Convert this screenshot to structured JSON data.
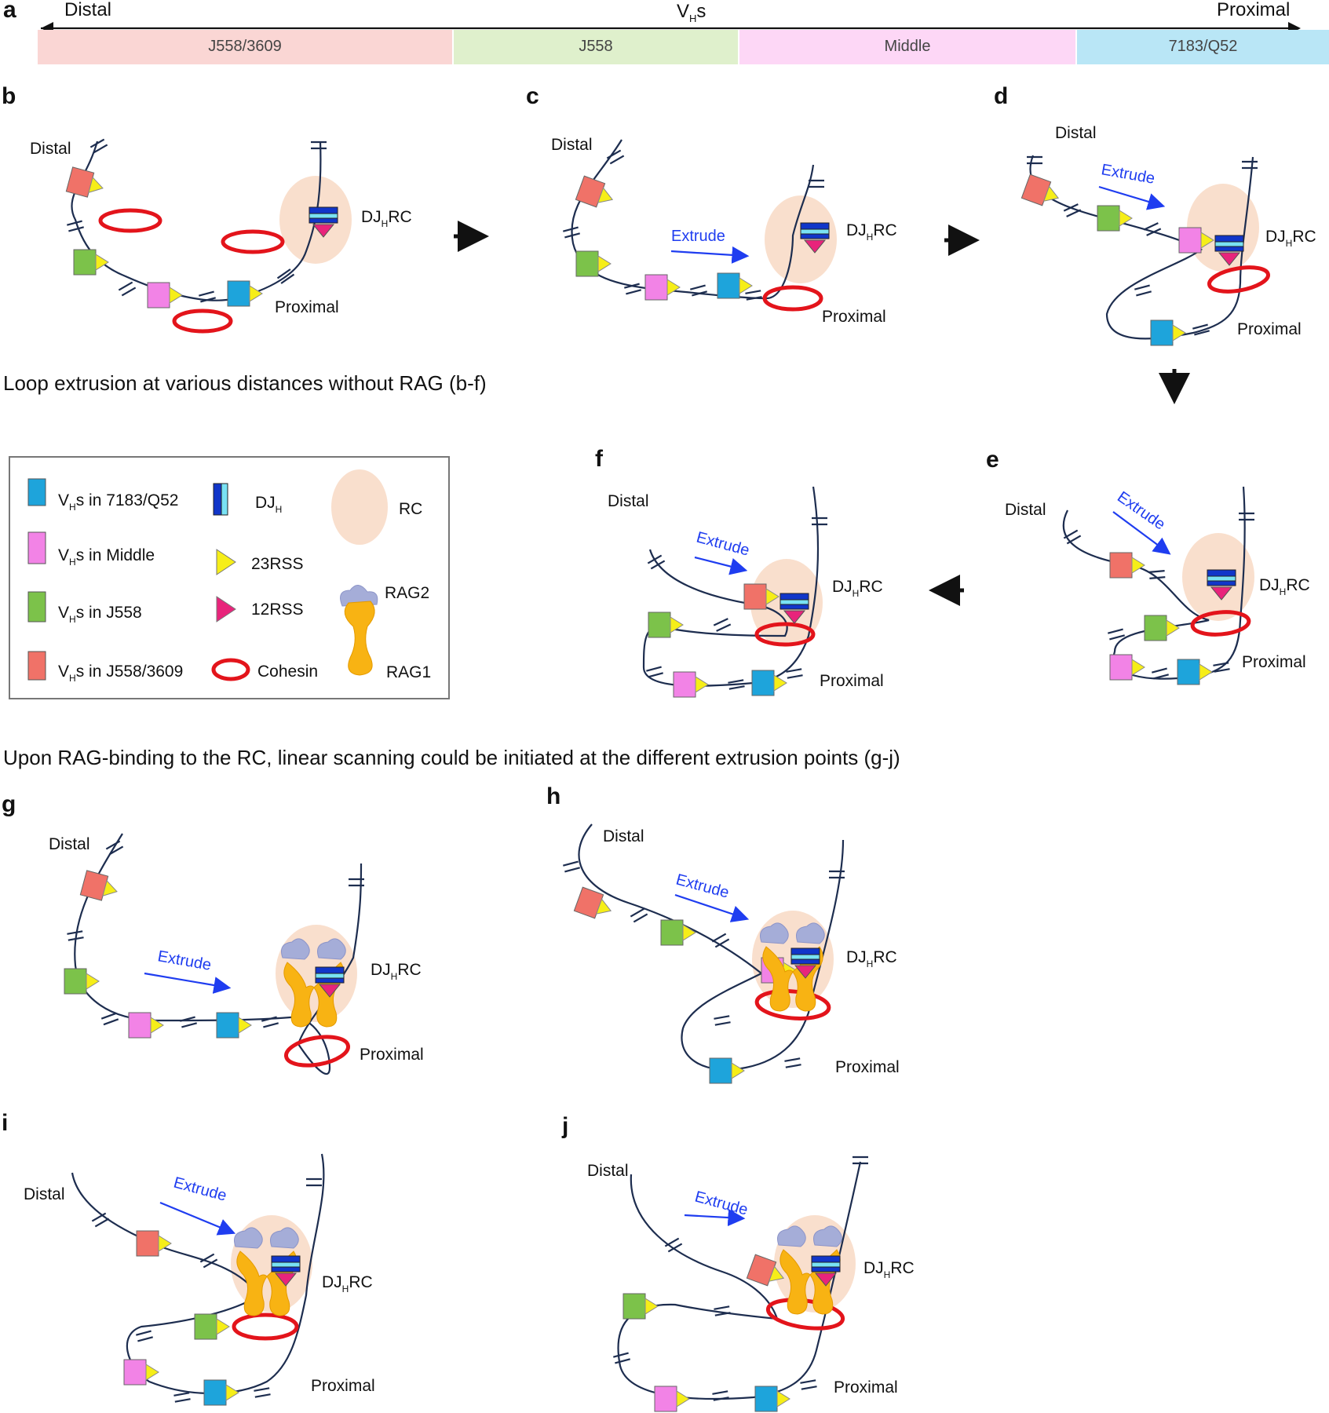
{
  "top_bar": {
    "letter": "a",
    "distal": "Distal",
    "proximal": "Proximal",
    "title_main": "V",
    "title_sub": "H",
    "title_tail": "s",
    "segments": [
      {
        "label": "J558/3609",
        "color": "#fad6d4"
      },
      {
        "label": "J558",
        "color": "#dff0cc"
      },
      {
        "label": "Middle",
        "color": "#fdd7f6"
      },
      {
        "label": "7183/Q52",
        "color": "#b9e6f6"
      }
    ]
  },
  "captions": {
    "first": "Loop extrusion at various distances without RAG (b-f)",
    "second": "Upon RAG-binding to the RC, linear scanning could be initiated at the different extrusion points (g-j)"
  },
  "panels": [
    {
      "letter": "b",
      "distal": "Distal",
      "proximal": "Proximal",
      "rc": "DJ",
      "rc_sub": "H",
      "rc_tail": "RC"
    },
    {
      "letter": "c",
      "distal": "Distal",
      "proximal": "Proximal",
      "rc": "DJ",
      "rc_sub": "H",
      "rc_tail": "RC",
      "extrude": "Extrude"
    },
    {
      "letter": "d",
      "distal": "Distal",
      "proximal": "Proximal",
      "rc": "DJ",
      "rc_sub": "H",
      "rc_tail": "RC",
      "extrude": "Extrude"
    },
    {
      "letter": "e",
      "distal": "Distal",
      "proximal": "Proximal",
      "rc": "DJ",
      "rc_sub": "H",
      "rc_tail": "RC",
      "extrude": "Extrude"
    },
    {
      "letter": "f",
      "distal": "Distal",
      "proximal": "Proximal",
      "rc": "DJ",
      "rc_sub": "H",
      "rc_tail": "RC",
      "extrude": "Extrude"
    },
    {
      "letter": "g",
      "distal": "Distal",
      "proximal": "Proximal",
      "rc": "DJ",
      "rc_sub": "H",
      "rc_tail": "RC",
      "extrude": "Extrude"
    },
    {
      "letter": "h",
      "distal": "Distal",
      "proximal": "Proximal",
      "rc": "DJ",
      "rc_sub": "H",
      "rc_tail": "RC",
      "extrude": "Extrude"
    },
    {
      "letter": "i",
      "distal": "Distal",
      "proximal": "Proximal",
      "rc": "DJ",
      "rc_sub": "H",
      "rc_tail": "RC",
      "extrude": "Extrude"
    },
    {
      "letter": "j",
      "distal": "Distal",
      "proximal": "Proximal",
      "rc": "DJ",
      "rc_sub": "H",
      "rc_tail": "RC",
      "extrude": "Extrude"
    }
  ],
  "legend": {
    "items": [
      {
        "pre": "V",
        "sub": "H",
        "post": "s in 7183/Q52"
      },
      {
        "pre": "V",
        "sub": "H",
        "post": "s in Middle"
      },
      {
        "pre": "V",
        "sub": "H",
        "post": "s in J558"
      },
      {
        "pre": "V",
        "sub": "H",
        "post": "s in J558/3609"
      },
      {
        "pre": "DJ",
        "sub": "H",
        "post": ""
      },
      {
        "pre": "23RSS",
        "sub": "",
        "post": ""
      },
      {
        "pre": "12RSS",
        "sub": "",
        "post": ""
      },
      {
        "pre": "Cohesin",
        "sub": "",
        "post": ""
      },
      {
        "pre": "RC",
        "sub": "",
        "post": ""
      },
      {
        "pre": "RAG2",
        "sub": "",
        "post": ""
      },
      {
        "pre": "RAG1",
        "sub": "",
        "post": ""
      }
    ]
  },
  "colors": {
    "vh_7183": "#1ea4db",
    "vh_middle": "#f283e6",
    "vh_j558": "#7cc24a",
    "vh_j558_3609": "#f07268",
    "rss23": "#f6ee18",
    "rss12": "#e8247b",
    "djh_dark": "#1136c9",
    "djh_light": "#79e2f4",
    "cohesin": "#e3141b",
    "rc": "#f8d7c0",
    "rag1": "#f8b313",
    "rag2": "#a5add8",
    "extrude": "#1f3df0",
    "strand": "#1d2d4f"
  }
}
